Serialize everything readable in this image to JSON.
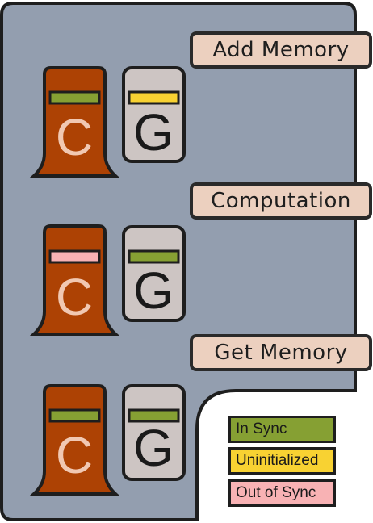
{
  "buttons": {
    "add_memory": "Add Memory",
    "computation": "Computation",
    "get_memory": "Get Memory"
  },
  "legend": [
    {
      "label": "In Sync",
      "color": "#86a033"
    },
    {
      "label": "Uninitialized",
      "color": "#f8d232"
    },
    {
      "label": "Out of Sync",
      "color": "#f8b2b4"
    }
  ],
  "colors": {
    "panel": "#939eaf",
    "cpu": "#ad4204",
    "cpu_letter": "#f1c8b2",
    "gpu": "#cdc5c3",
    "gpu_letter": "#1a1a1a",
    "outline": "#1e1e1e",
    "button_fill": "#ecd0bf"
  },
  "rows": [
    {
      "step": "Add Memory",
      "cpu": {
        "letter": "C",
        "status": "In Sync",
        "status_color": "#86a033"
      },
      "gpu": {
        "letter": "G",
        "status": "Uninitialized",
        "status_color": "#f8d232"
      }
    },
    {
      "step": "Computation",
      "cpu": {
        "letter": "C",
        "status": "Out of Sync",
        "status_color": "#f8b2b4"
      },
      "gpu": {
        "letter": "G",
        "status": "In Sync",
        "status_color": "#86a033"
      }
    },
    {
      "step": "Get Memory",
      "cpu": {
        "letter": "C",
        "status": "In Sync",
        "status_color": "#86a033"
      },
      "gpu": {
        "letter": "G",
        "status": "In Sync",
        "status_color": "#86a033"
      }
    }
  ]
}
